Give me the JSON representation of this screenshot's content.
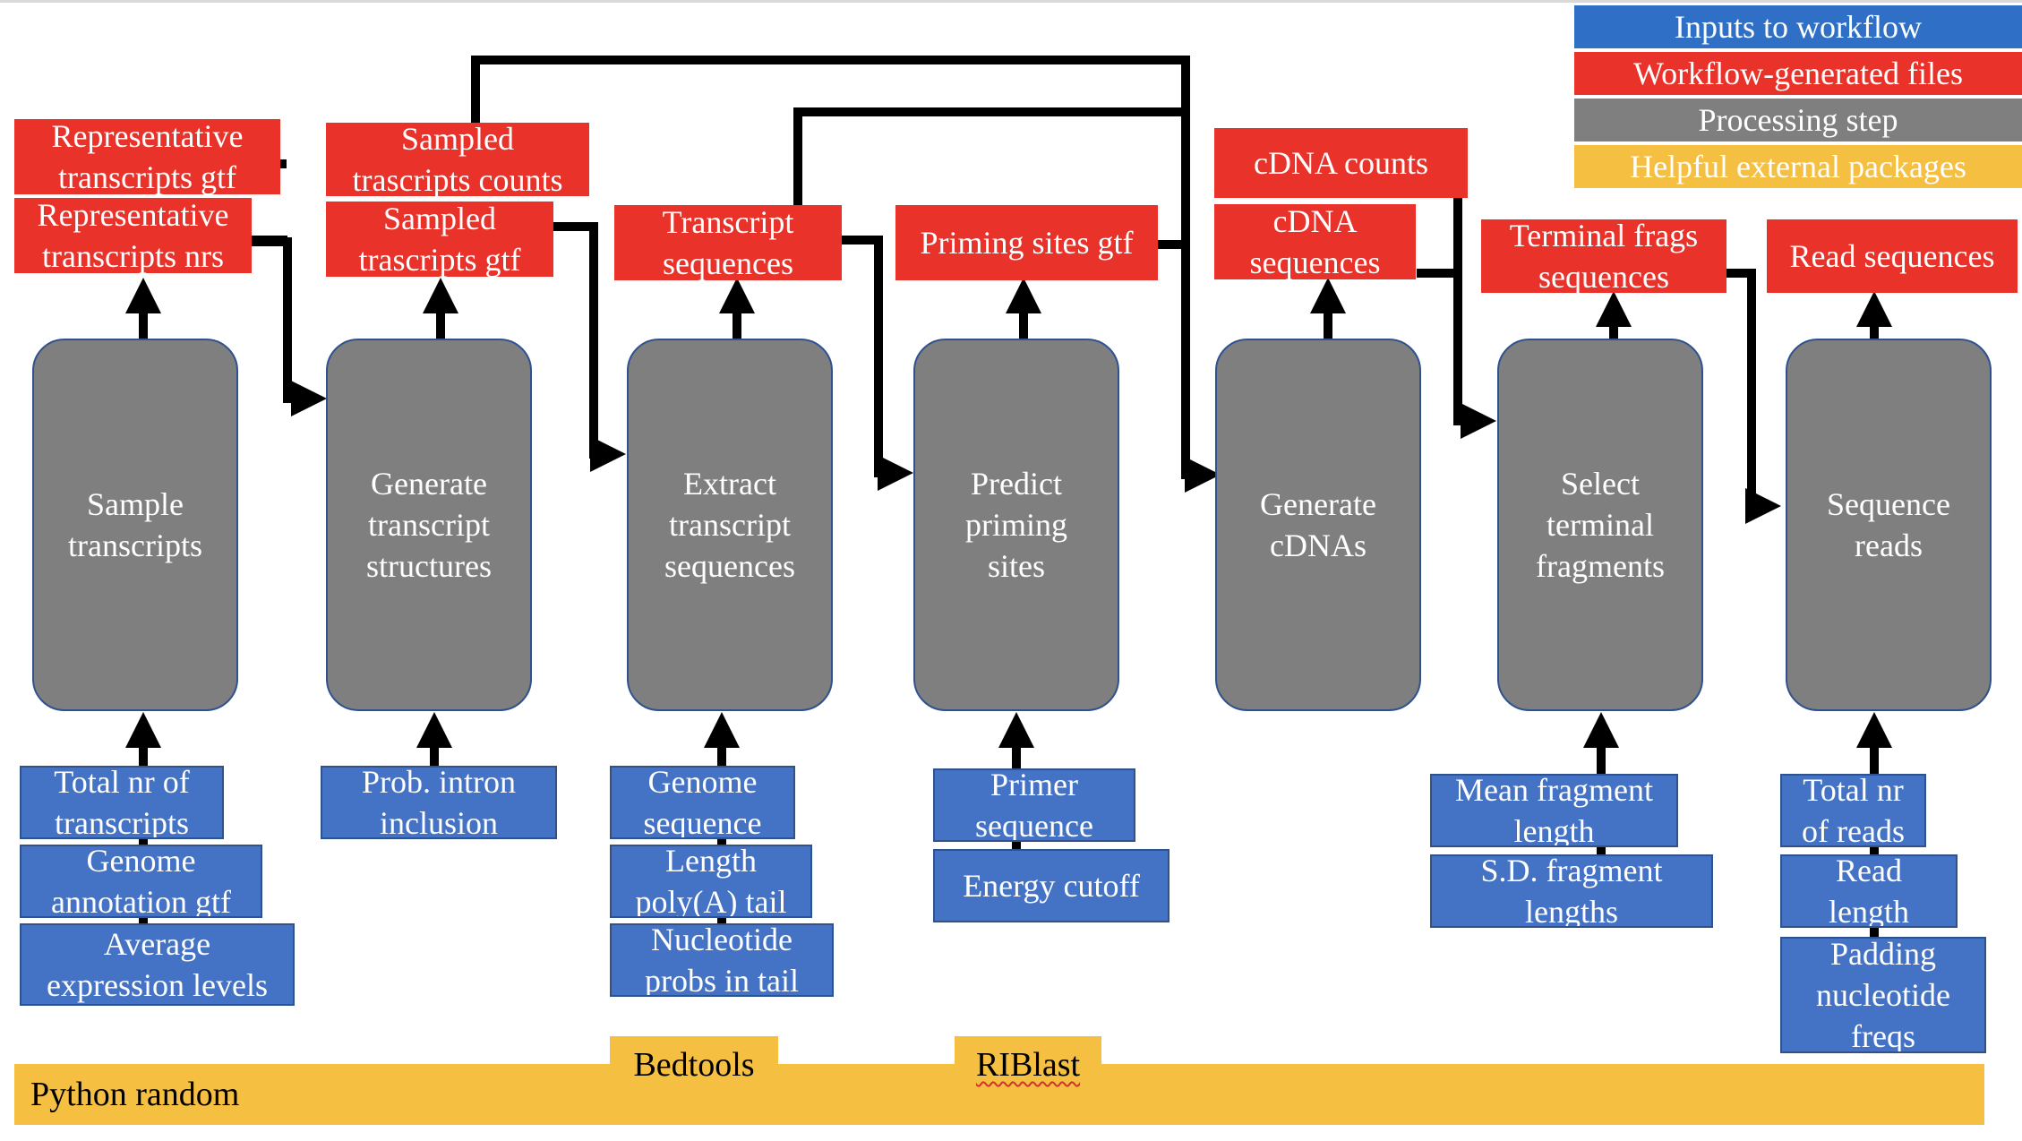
{
  "legend": {
    "inputs": {
      "label": "Inputs to workflow",
      "color": "#2f6fc6"
    },
    "generated": {
      "label": "Workflow-generated files",
      "color": "#e8322a"
    },
    "processing": {
      "label": "Processing step",
      "color": "#7f7f7f"
    },
    "packages": {
      "label": "Helpful external packages",
      "color": "#f5bf42"
    }
  },
  "steps": [
    {
      "id": "sample",
      "label": "Sample\ntranscripts"
    },
    {
      "id": "generate-structures",
      "label": "Generate\ntranscript\nstructures"
    },
    {
      "id": "extract",
      "label": "Extract\ntranscript\nsequences"
    },
    {
      "id": "predict",
      "label": "Predict\npriming\nsites"
    },
    {
      "id": "generate-cdnas",
      "label": "Generate\ncDNAs"
    },
    {
      "id": "select",
      "label": "Select\nterminal\nfragments"
    },
    {
      "id": "sequence",
      "label": "Sequence\nreads"
    }
  ],
  "outputs": {
    "rep_gtf": "Representative\ntranscripts gtf",
    "rep_nrs": "Representative\ntranscripts nrs",
    "sampled_counts": "Sampled\ntrascripts counts",
    "sampled_gtf": "Sampled\ntrascripts gtf",
    "transcript_seqs": "Transcript\nsequences",
    "priming_gtf": "Priming sites gtf",
    "cdna_counts": "cDNA counts",
    "cdna_seqs": "cDNA\nsequences",
    "terminal_frags": "Terminal frags\nsequences",
    "read_seqs": "Read sequences"
  },
  "inputs": {
    "total_nr": "Total nr of\ntranscripts",
    "genome_gtf": "Genome\nannotation gtf",
    "avg_expr": "Average\nexpression levels",
    "prob_intron": "Prob. intron\ninclusion",
    "genome_seq": "Genome\nsequence",
    "polya_len": "Length\npoly(A) tail",
    "nt_probs": "Nucleotide\nprobs in tail",
    "primer_seq": "Primer\nsequence",
    "energy": "Energy cutoff",
    "mean_frag": "Mean fragment\nlength",
    "sd_frag": "S.D. fragment\nlengths",
    "total_reads": "Total nr\nof reads",
    "read_len": "Read\nlength",
    "padding": "Padding\nnucleotide\nfreqs"
  },
  "packages": {
    "python": "Python random",
    "bedtools": "Bedtools",
    "riblast": "RIBlast"
  }
}
